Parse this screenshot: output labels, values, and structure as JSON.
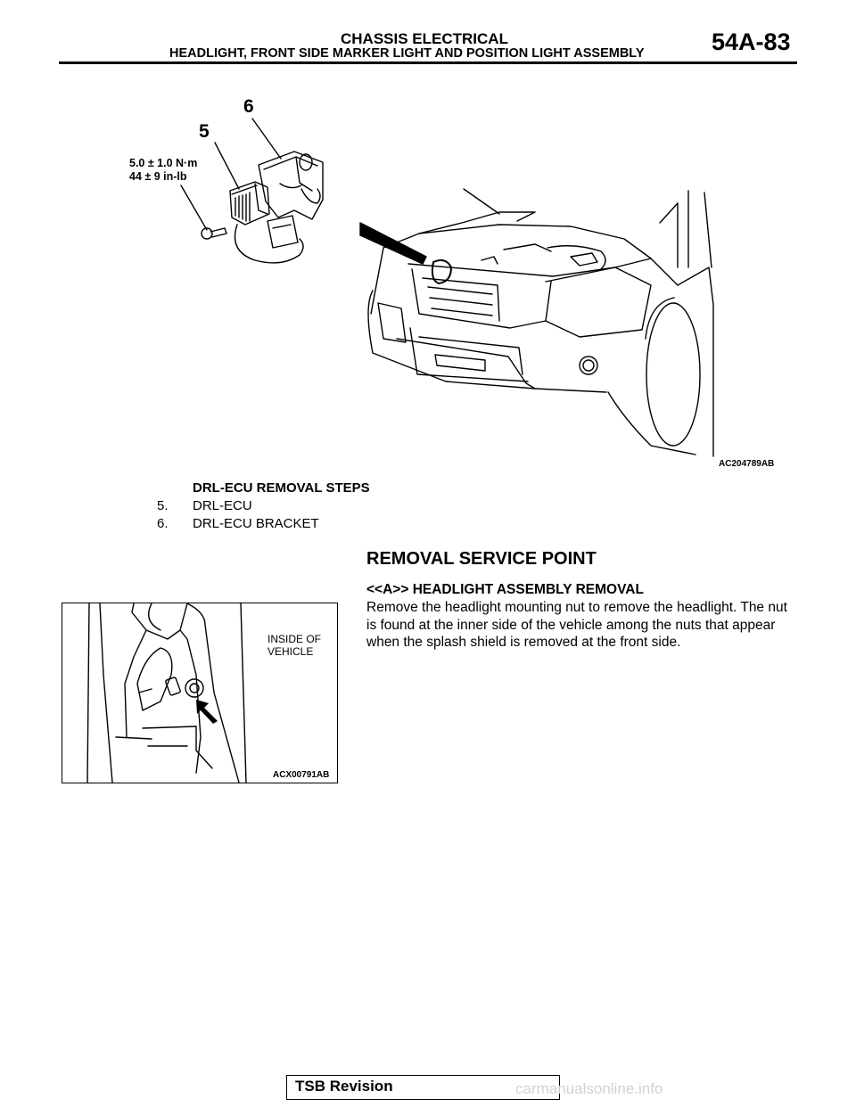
{
  "header": {
    "section": "CHASSIS ELECTRICAL",
    "subtitle": "HEADLIGHT, FRONT SIDE MARKER LIGHT AND POSITION LIGHT ASSEMBLY",
    "page": "54A-83"
  },
  "figure1": {
    "callout_6": "6",
    "callout_5": "5",
    "torque_nm": "5.0 ± 1.0 N·m",
    "torque_inlb": "44 ± 9 in-lb",
    "figure_id": "AC204789AB"
  },
  "removal_steps": {
    "heading": "DRL-ECU REMOVAL STEPS",
    "items": [
      {
        "num": "5.",
        "label": "DRL-ECU"
      },
      {
        "num": "6.",
        "label": "DRL-ECU BRACKET"
      }
    ]
  },
  "service_point": {
    "heading": "REMOVAL SERVICE POINT",
    "subheading": "<<A>> HEADLIGHT ASSEMBLY REMOVAL",
    "body": "Remove the headlight mounting nut to remove the headlight. The nut is found at the inner side of the vehicle among the nuts that appear when the splash shield is removed at the front side."
  },
  "figure2": {
    "label": "INSIDE OF VEHICLE",
    "figure_id": "ACX00791AB"
  },
  "footer": {
    "box_label": "TSB Revision",
    "watermark": "carmanualsonline.info"
  }
}
